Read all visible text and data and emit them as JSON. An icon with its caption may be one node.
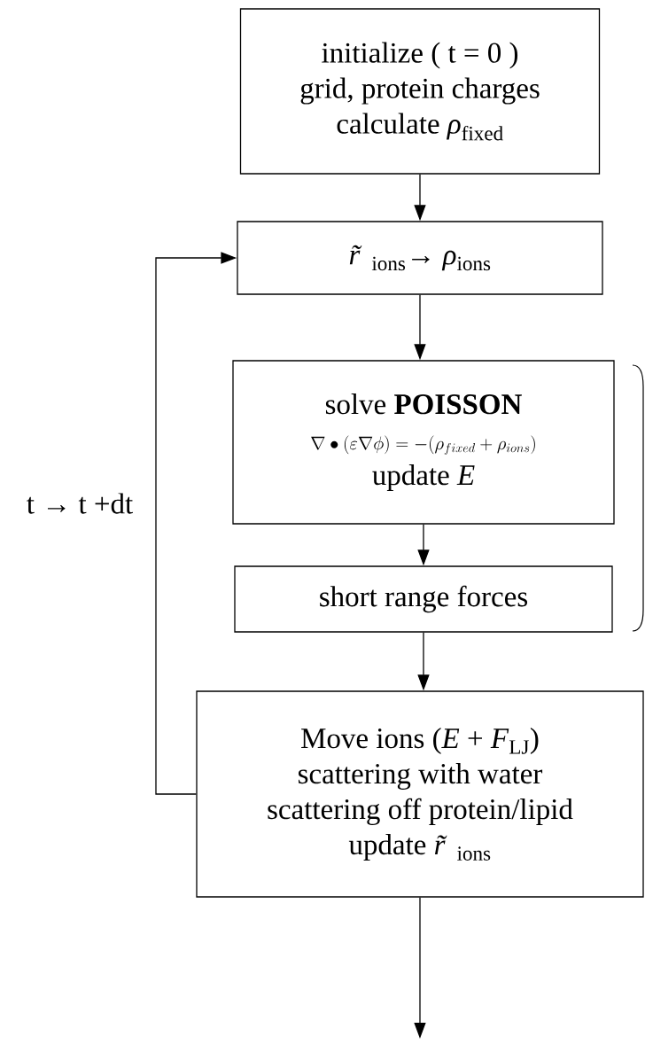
{
  "diagram": {
    "nodes": [
      {
        "text": [
          "initialize ( t = 0 )",
          "grid, protein charges",
          "calculate *ρ*$_{fixed}$"
        ]
      },
      {
        "text": [
          "*r̃*$_{ions}$→ *ρ*$_{ions}$"
        ]
      },
      {
        "text": [
          "solve **POISSON**",
          "\\nabla\\bullet(\\varepsilon\\nabla\\phi)=-(\\rho_{fixed}+\\rho_{ions})",
          "update *E*"
        ]
      },
      {
        "text": [
          "short range forces"
        ]
      },
      {
        "text": [
          "Move ions (*E* + *F*$_{LJ}$)",
          "scattering with water",
          "scattering off protein/lipid",
          "update *r̃*$_{ions}$"
        ]
      }
    ],
    "edges": [
      {
        "from": 0,
        "to": 1,
        "arrow": "to"
      },
      {
        "from": 1,
        "to": 2,
        "arrow": "to"
      },
      {
        "from": 2,
        "to": 3,
        "arrow": "to"
      },
      {
        "from": 3,
        "to": 4,
        "arrow": "to"
      },
      {
        "from": 4,
        "to": 1,
        "arrow": "to",
        "label": "t → t +dt"
      },
      {
        "from": 4,
        "to": null,
        "arrow": "to"
      }
    ]
  }
}
